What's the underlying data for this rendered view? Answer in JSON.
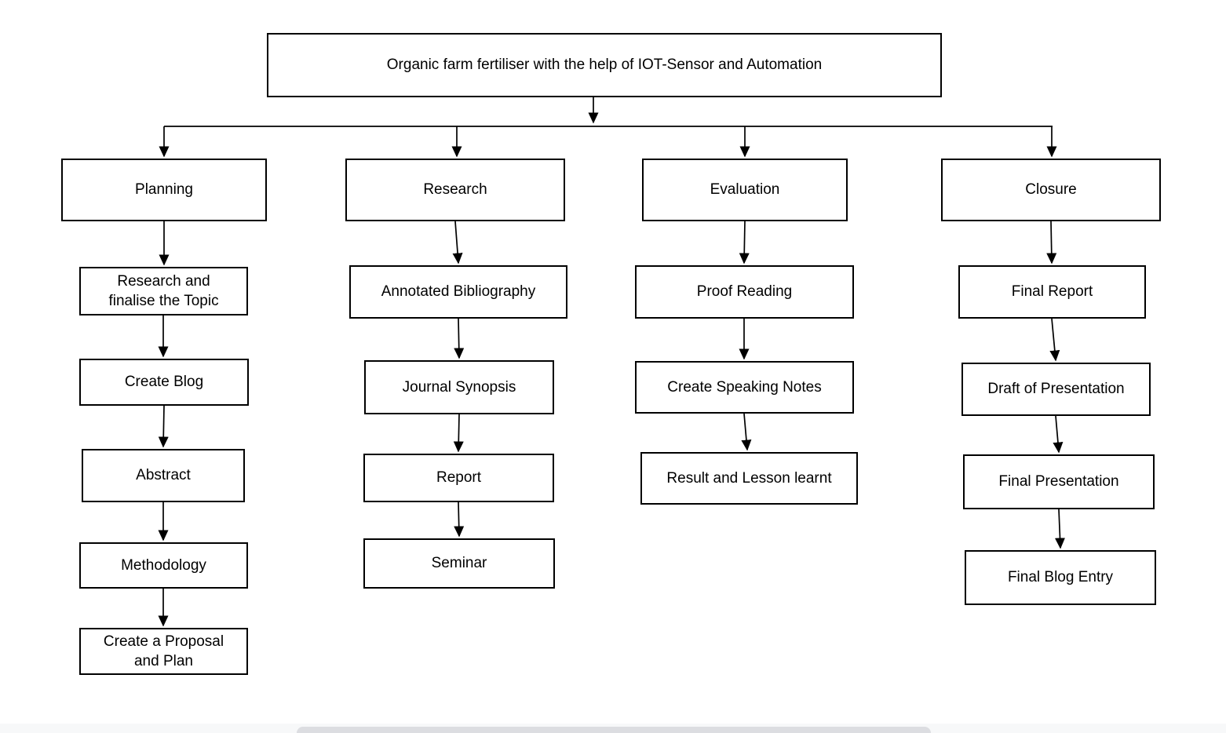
{
  "diagram": {
    "title": "Organic farm fertiliser with the help of IOT-Sensor and Automation",
    "columns": [
      {
        "header": "Planning",
        "items": [
          "Research and\nfinalise the Topic",
          "Create Blog",
          "Abstract",
          "Methodology",
          "Create a Proposal\nand Plan"
        ]
      },
      {
        "header": "Research",
        "items": [
          "Annotated Bibliography",
          "Journal Synopsis",
          "Report",
          "Seminar"
        ]
      },
      {
        "header": "Evaluation",
        "items": [
          "Proof Reading",
          "Create Speaking Notes",
          "Result and Lesson learnt"
        ]
      },
      {
        "header": "Closure",
        "items": [
          "Final Report",
          "Draft of Presentation",
          "Final Presentation",
          "Final Blog Entry"
        ]
      }
    ],
    "colors": {
      "node_border": "#000000",
      "node_fill": "#ffffff",
      "text": "#000000",
      "connector": "#000000",
      "scrollbar_track": "#f7f8f9",
      "scrollbar_thumb": "#dcdde1"
    }
  }
}
